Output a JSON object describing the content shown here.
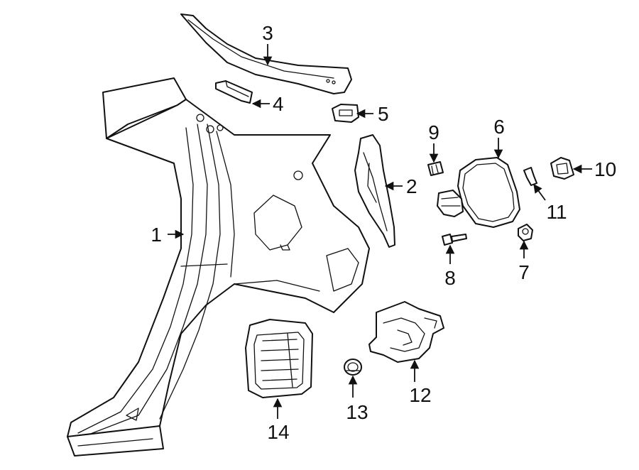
{
  "callouts": [
    {
      "id": "1",
      "label": "1",
      "part": "quarter-panel"
    },
    {
      "id": "2",
      "label": "2",
      "part": "inner-bracket"
    },
    {
      "id": "3",
      "label": "3",
      "part": "roof-side-rail"
    },
    {
      "id": "4",
      "label": "4",
      "part": "reinforcement-strip"
    },
    {
      "id": "5",
      "label": "5",
      "part": "clip-plate"
    },
    {
      "id": "6",
      "label": "6",
      "part": "fuel-door"
    },
    {
      "id": "7",
      "label": "7",
      "part": "bumper"
    },
    {
      "id": "8",
      "label": "8",
      "part": "screw"
    },
    {
      "id": "9",
      "label": "9",
      "part": "clip"
    },
    {
      "id": "10",
      "label": "10",
      "part": "retainer"
    },
    {
      "id": "11",
      "label": "11",
      "part": "hinge-clip"
    },
    {
      "id": "12",
      "label": "12",
      "part": "filler-housing"
    },
    {
      "id": "13",
      "label": "13",
      "part": "grommet"
    },
    {
      "id": "14",
      "label": "14",
      "part": "filler-pocket"
    }
  ]
}
